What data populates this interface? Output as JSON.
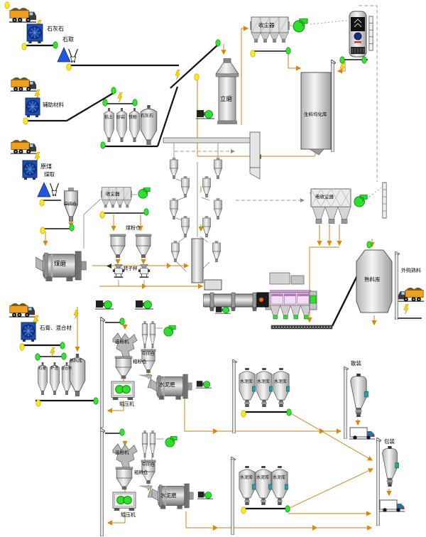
{
  "diagram_type": "cement-plant-process-flow",
  "colors": {
    "accent_green": "#2ce02c",
    "dot_yellow": "#ffe822",
    "flow_orange": "#d59a3c",
    "crusher_blue": "#1d4fb3",
    "cooler_purple": "#c56ac5",
    "silo_teal": "#2e9e9e"
  },
  "labels": {
    "limestone_crusher": "石灰石",
    "stone_reclaim": "石取",
    "aux_material": "辅助材料",
    "silo_clay": "粘土",
    "silo_sandstone": "砂岩",
    "silo_iron_powder": "铁粉",
    "silo_limestone": "石灰石",
    "raw_coal": "原煤",
    "coal_reclaim": "煤取",
    "coal_mid_bin": "中间仓",
    "dust_collector": "收尘器",
    "coal_powder_bin": "煤粉仓",
    "rotor_scale": "转子秤",
    "coal_mill": "煤磨",
    "vertical_mill": "立磨",
    "raw_meal_silo": "生料均化库",
    "esp": "电收尘器",
    "clinker_silo": "熟料库",
    "purchased_clinker": "外购熟料",
    "gypsum_mixture": "石膏、混合材",
    "silo_gypsum": "石膏",
    "silo_slag": "炉渣",
    "silo_mix": "混合材",
    "separator": "选粉机",
    "coarse_bin": "粗粉仓",
    "mid_bin": "中间仓",
    "cement_mill": "水泥磨",
    "roller_press": "辊压机",
    "cement_silo": "水泥库",
    "bulk_loading": "散装",
    "packing": "包装"
  }
}
